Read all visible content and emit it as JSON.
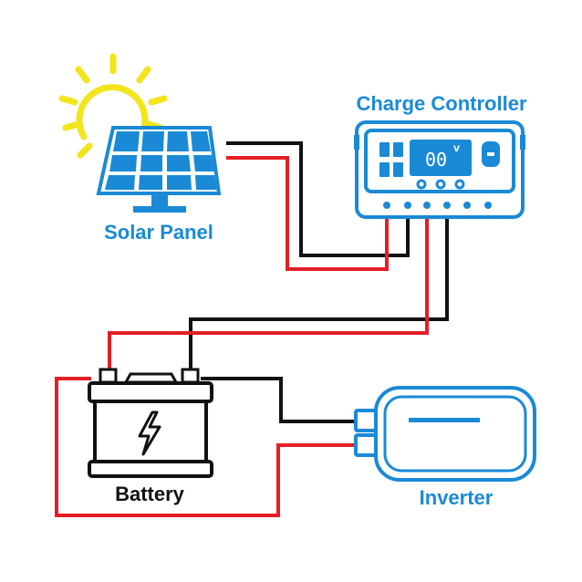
{
  "labels": {
    "solar_panel": "Solar Panel",
    "charge_controller": "Charge Controller",
    "battery": "Battery",
    "inverter": "Inverter"
  },
  "controller_display": {
    "reading": "00",
    "unit": "V"
  },
  "icons": {
    "sun": "sun-icon",
    "solar_panel": "solar-panel-icon",
    "charge_controller": "charge-controller-icon",
    "battery": "battery-icon",
    "lightning": "lightning-bolt-icon",
    "inverter": "inverter-icon"
  },
  "colors": {
    "blue": "#1a8ad6",
    "positive_wire": "#e41e26",
    "negative_wire": "#111111",
    "sun": "#f2e51c"
  }
}
